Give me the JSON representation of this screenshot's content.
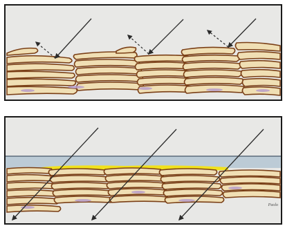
{
  "panels": [
    {
      "id": "top",
      "background": "#e8e8e6",
      "film": null,
      "light_color": "#2b2b2b",
      "reflection_style": "dashed"
    },
    {
      "id": "bottom",
      "background": "#e8e8e6",
      "film": {
        "top_line_color": "#5a6a7a",
        "fill": "#bccbd6",
        "highlight": "#f1e11c"
      },
      "light_color": "#2b2b2b",
      "reflection_style": "none"
    }
  ],
  "colors": {
    "frame": "#1a1a1a",
    "cell_fill": "#f0dfb4",
    "cell_stroke": "#7a3f16",
    "cell_inner": "#b97a4a",
    "nucleus": "#b59acb"
  },
  "signature": "Paolo"
}
